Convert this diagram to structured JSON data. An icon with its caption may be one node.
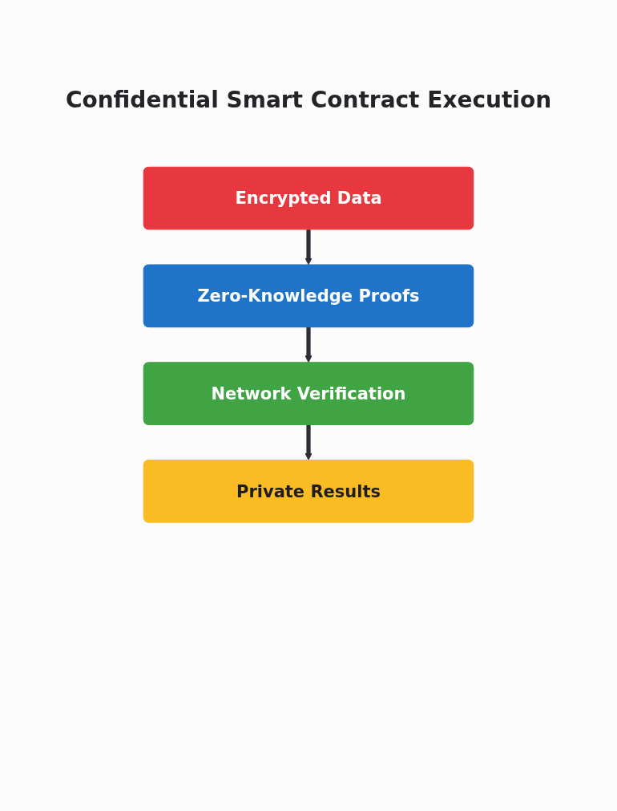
{
  "diagram": {
    "title": "Confidential Smart Contract Execution",
    "nodes": [
      {
        "text": [
          "Encrypted Data"
        ]
      },
      {
        "text": [
          "Zero-Knowledge Proofs"
        ]
      },
      {
        "text": [
          "Network Verification"
        ]
      },
      {
        "text": [
          "Private Results"
        ]
      }
    ],
    "edges": [
      {
        "from": 0,
        "to": 1,
        "arrow": "to"
      },
      {
        "from": 1,
        "to": 2,
        "arrow": "to"
      },
      {
        "from": 2,
        "to": 3,
        "arrow": "to"
      }
    ]
  }
}
